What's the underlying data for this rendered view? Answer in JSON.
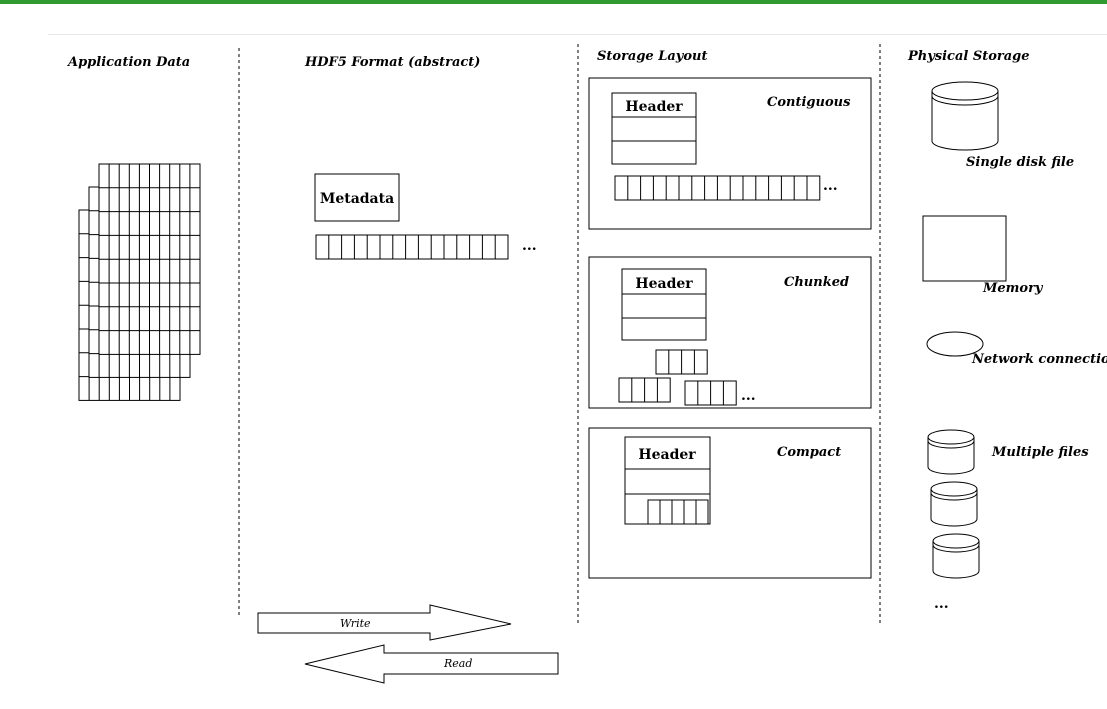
{
  "columns": {
    "application": "Application Data",
    "hdf5": "HDF5 Format (abstract)",
    "storage_layout": "Storage Layout",
    "physical_storage": "Physical Storage"
  },
  "hdf5": {
    "metadata_label": "Metadata",
    "ellipsis": "..."
  },
  "layouts": {
    "contiguous": {
      "title": "Contiguous",
      "header": "Header",
      "ellipsis": "..."
    },
    "chunked": {
      "title": "Chunked",
      "header": "Header",
      "ellipsis": "..."
    },
    "compact": {
      "title": "Compact",
      "header": "Header"
    }
  },
  "physical": {
    "single_disk_file": "Single disk file",
    "memory": "Memory",
    "network_connection": "Network connection",
    "multiple_files": "Multiple files",
    "ellipsis": "..."
  },
  "arrows": {
    "write": "Write",
    "read": "Read"
  }
}
